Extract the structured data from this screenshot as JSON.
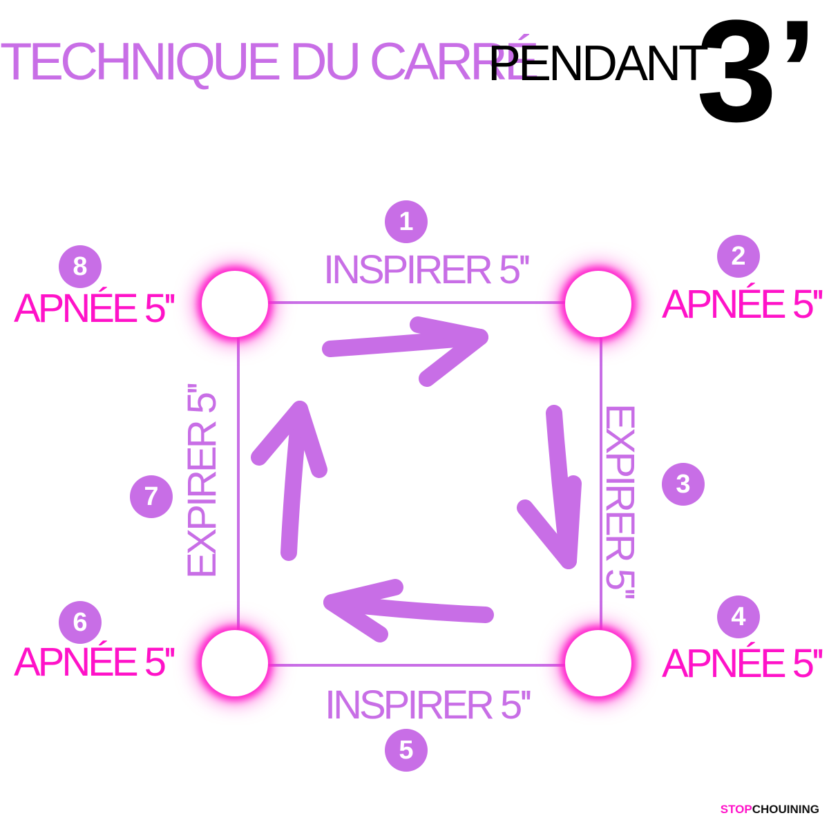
{
  "title": {
    "main": "TECHNIQUE DU CARRÉ",
    "pendant": "PENDANT",
    "duration": "3’"
  },
  "steps": [
    {
      "number": "1",
      "label": "INSPIRER 5''"
    },
    {
      "number": "2",
      "label": "APNÉE 5''"
    },
    {
      "number": "3",
      "label": "EXPIRER 5''"
    },
    {
      "number": "4",
      "label": "APNÉE 5''"
    },
    {
      "number": "5",
      "label": "INSPIRER 5''"
    },
    {
      "number": "6",
      "label": "APNÉE 5''"
    },
    {
      "number": "7",
      "label": "EXPIRER 5''"
    },
    {
      "number": "8",
      "label": "APNÉE 5''"
    }
  ],
  "brand": {
    "part1": "STOP",
    "part2": "CHOUINING"
  },
  "colors": {
    "violet": "#c86ee6",
    "pink": "#ff12c8",
    "glow": "#ff22cc",
    "black": "#000000"
  }
}
